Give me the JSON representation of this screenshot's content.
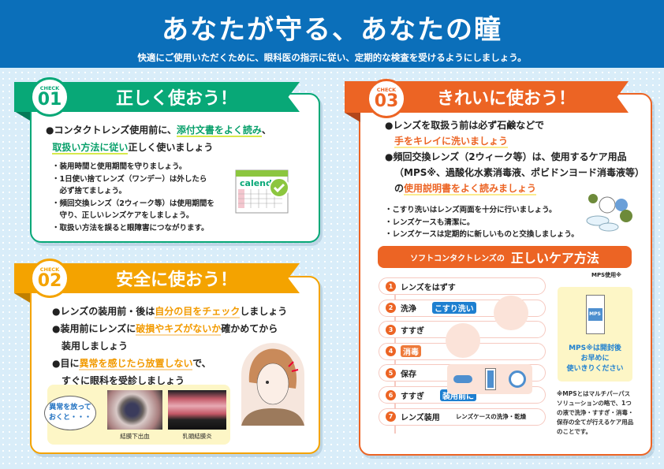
{
  "header": {
    "title": "あなたが守る、あなたの瞳",
    "subtitle": "快適にご使用いただくために、眼科医の指示に従い、定期的な検査を受けるようにしましょう。"
  },
  "colors": {
    "header": "#0b6fba",
    "check01": "#08a877",
    "check02": "#f4a300",
    "check03": "#ec6424"
  },
  "check01": {
    "badge_label": "CHECK",
    "badge_num": "01",
    "title": "正しく使おう！",
    "main_pre": "●コンタクトレンズ使用前に、",
    "main_hl1": "添付文書をよく読み",
    "main_mid": "、",
    "main_hl2": "取扱い方法に従い",
    "main_post": "正しく使いましょう",
    "bullets": [
      "・装用時間と使用期間を守りましょう。",
      "・1日使い捨てレンズ（ワンデー）は外したら",
      "　必ず捨てましょう。",
      "・頻回交換レンズ（2ウィーク等）は使用期間を",
      "　守り、正しいレンズケアをしましょう。",
      "・取扱い方法を誤ると眼障害につながります。"
    ],
    "calendar_label": "calendar",
    "calendar_icon": "calendar-check-icon"
  },
  "check02": {
    "badge_label": "CHECK",
    "badge_num": "02",
    "title": "安全に使おう！",
    "l1_pre": "●レンズの装用前・後は",
    "l1_hl": "自分の目をチェック",
    "l1_post": "しましょう",
    "l2_pre": "●装用前にレンズに",
    "l2_hl": "破損やキズがないか",
    "l2_post": "確かめてから",
    "l2_cont": "装用しましょう",
    "l3_pre": "●目に",
    "l3_hl": "異常を感じたら放置しない",
    "l3_post": "で、",
    "l3_cont": "すぐに眼科を受診しましょう",
    "bubble": "異常を放って おくと・・・",
    "photo1_caption": "結膜下出血",
    "photo2_caption": "乳頭結膜炎"
  },
  "check03": {
    "badge_label": "CHECK",
    "badge_num": "03",
    "title": "きれいに使おう！",
    "l1": "●レンズを取扱う前は必ず石鹸などで",
    "l1_hl": "手をキレイに洗いましょう",
    "l2": "●頻回交換レンズ（2ウィーク等）は、使用するケア用品",
    "l2b": "（MPS※、過酸化水素消毒液、ポビドンヨード消毒液等）",
    "l2c_pre": "の",
    "l2c_hl": "使用説明書をよく読みましょう",
    "bullets": [
      "・こすり洗いはレンズ両面を十分に行いましょう。",
      "・レンズケースも清潔に。",
      "・レンズケースは定期的に新しいものと交換しましょう。"
    ],
    "care": {
      "title_small": "ソフトコンタクトレンズの",
      "title_big": "正しいケア方法",
      "mps_note": "MPS使用※",
      "steps": [
        {
          "n": "1",
          "label": "レンズをはずす"
        },
        {
          "n": "2",
          "label": "洗浄",
          "tag": "こすり洗い"
        },
        {
          "n": "3",
          "label": "すすぎ"
        },
        {
          "n": "4",
          "label": "消毒"
        },
        {
          "n": "5",
          "label": "保存"
        },
        {
          "n": "6",
          "label": "すすぎ",
          "tag": "装用前に"
        },
        {
          "n": "7",
          "label": "レンズ装用",
          "extra": "レンズケースの洗浄・乾燥"
        }
      ],
      "bottle_label": "MPS",
      "mps_box": [
        "MPS※は開封後",
        "お早めに",
        "使いきりください"
      ],
      "footnote": "※MPSとはマルチパーパスソリューションの略で、1つの液で洗浄・すすぎ・消毒・保存の全てが行えるケア用品のことです。"
    }
  }
}
